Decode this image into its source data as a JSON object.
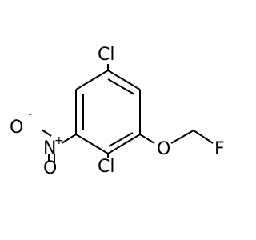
{
  "molecule": {
    "atoms": {
      "cl_top": "Cl",
      "cl_bottom": "Cl",
      "oxygen_ether": "O",
      "fluorine": "F",
      "nitro_nitrogen": "N",
      "nitro_oxygen_top": "O",
      "nitro_oxygen_bottom": "O",
      "nitrogen_charge": "+",
      "oxygen_charge": "-"
    }
  }
}
